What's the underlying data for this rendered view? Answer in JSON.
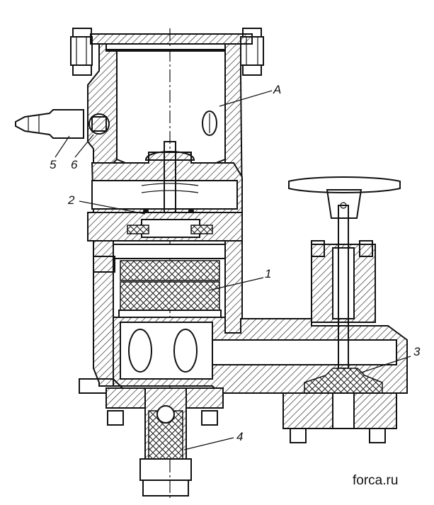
{
  "callouts": {
    "a": "A",
    "one": "1",
    "two": "2",
    "three": "3",
    "four": "4",
    "five": "5",
    "six": "6"
  },
  "watermark": "forca.ru"
}
